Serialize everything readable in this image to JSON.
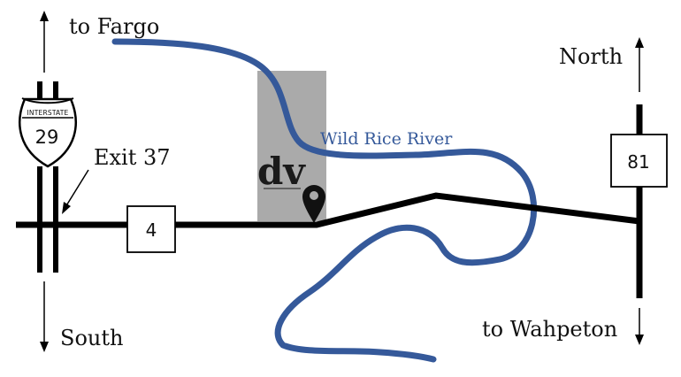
{
  "labels": {
    "north_city": "to Fargo",
    "south_city": "to Wahpeton",
    "north": "North",
    "south": "South",
    "exit": "Exit 37",
    "river": "Wild Rice River"
  },
  "routes": {
    "interstate": {
      "header": "INTERSTATE",
      "number": "29"
    },
    "county_road": "4",
    "highway": "81"
  },
  "logo": "dv",
  "colors": {
    "river": "#35599a",
    "road": "#000000",
    "shaded_area": "#aaaaaa"
  },
  "icons": {
    "destination": "map-pin-icon",
    "arrows": "arrow-icon"
  }
}
